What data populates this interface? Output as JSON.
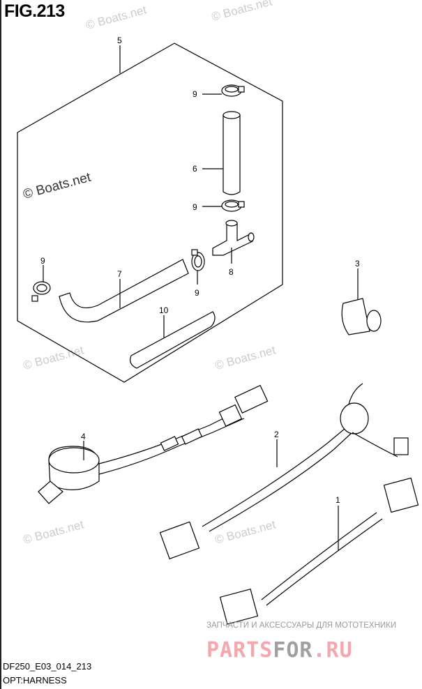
{
  "figure": {
    "title": "FIG.213",
    "code": "DF250_E03_014_213",
    "name": "OPT:HARNESS"
  },
  "callouts": {
    "p5": "5",
    "p9a": "9",
    "p6": "6",
    "p9b": "9",
    "p8": "8",
    "p9c": "9",
    "p7": "7",
    "p9d": "9",
    "p10": "10",
    "p3": "3",
    "p4": "4",
    "p2": "2",
    "p1": "1"
  },
  "watermarks": {
    "boats": "© Boats.net",
    "ru_tagline": "ЗАПЧАСТИ И АКСЕССУАРЫ ДЛЯ МОТОТЕХНИКИ",
    "brand_a": "PARTS",
    "brand_b": "FOR",
    "brand_c": ".RU"
  },
  "colors": {
    "brand_pink": "#f4a7ad",
    "brand_gray": "#a0a0a0"
  }
}
